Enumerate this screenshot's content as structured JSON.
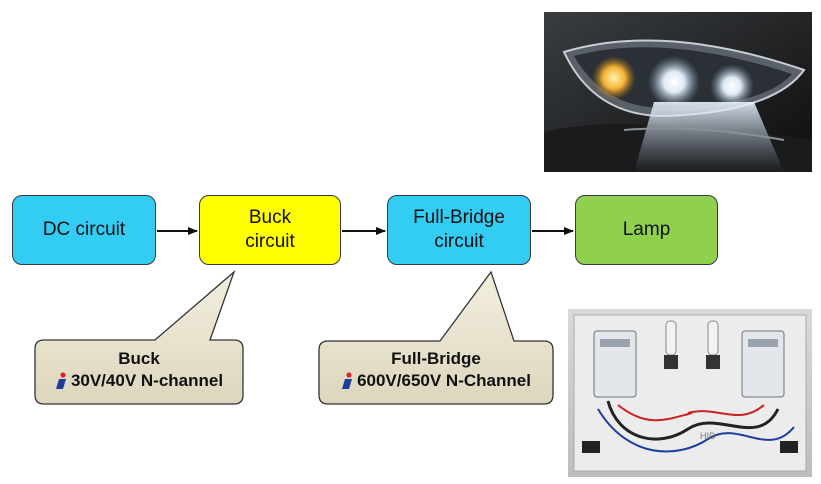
{
  "flow": {
    "dc": "DC circuit",
    "buck": "Buck\ncircuit",
    "fullbridge": "Full-Bridge\ncircuit",
    "lamp": "Lamp"
  },
  "callouts": {
    "buck": {
      "title": "Buck",
      "spec": "30V/40V N-channel"
    },
    "fullbridge": {
      "title": "Full-Bridge",
      "spec": "600V/650V N-Channel"
    }
  },
  "photos": {
    "kit_label": "HID"
  },
  "colors": {
    "dc_box": "#33ccf2",
    "buck_box": "#ffff00",
    "fullbridge_box": "#33ccf2",
    "lamp_box": "#8fd14f",
    "callout_fill": "#ece7d3"
  }
}
